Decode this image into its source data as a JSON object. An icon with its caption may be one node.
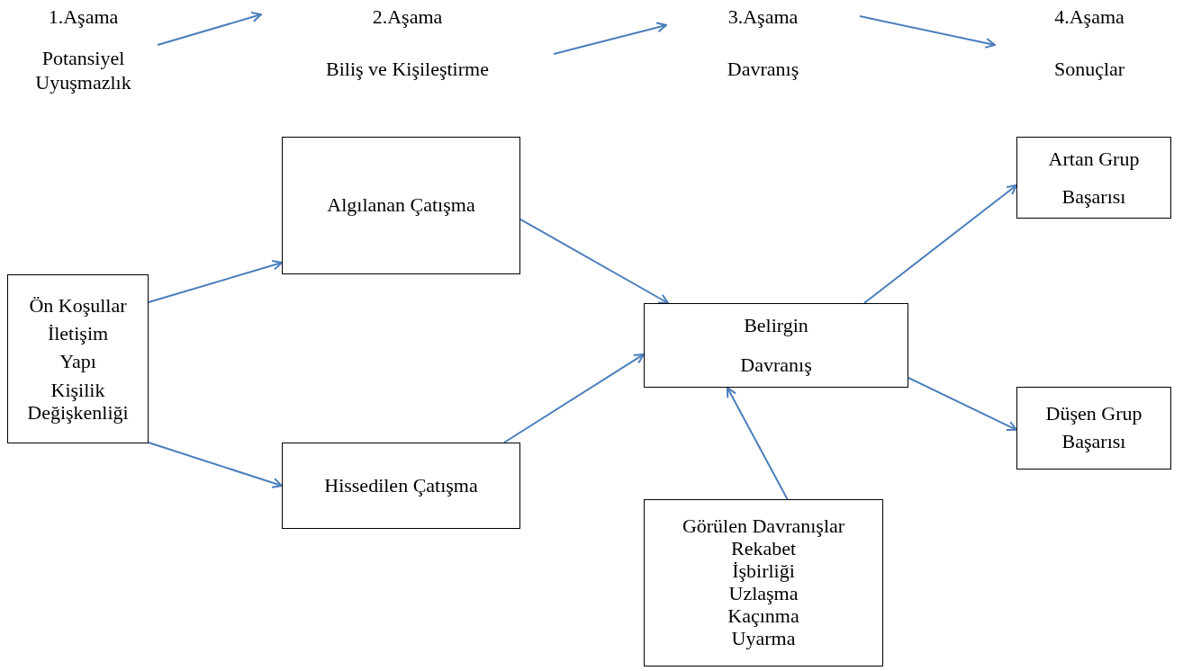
{
  "diagram": {
    "nodes": [
      {
        "text": [
          "1.Aşama",
          "Potansiyel Uyuşmazlık"
        ]
      },
      {
        "text": [
          "2.Aşama",
          "Biliş ve Kişileştirme"
        ]
      },
      {
        "text": [
          "3.Aşama",
          "Davranış"
        ]
      },
      {
        "text": [
          "4.Aşama",
          "Sonuçlar"
        ]
      },
      {
        "text": [
          "Ön Koşullar",
          "İletişim",
          "Yapı",
          "Kişilik Değişkenliği"
        ]
      },
      {
        "text": [
          "Algılanan Çatışma"
        ]
      },
      {
        "text": [
          "Hissedilen Çatışma"
        ]
      },
      {
        "text": [
          "Belirgin Davranış"
        ]
      },
      {
        "text": [
          "Görülen Davranışlar",
          "Rekabet",
          "İşbirliği",
          "Uzlaşma",
          "Kaçınma",
          "Uyarma"
        ]
      },
      {
        "text": [
          "Artan Grup Başarısı"
        ]
      },
      {
        "text": [
          "Düşen Grup Başarısı"
        ]
      }
    ],
    "edges": [
      {
        "from": 0,
        "to": 1,
        "arrow": "to"
      },
      {
        "from": 1,
        "to": 2,
        "arrow": "to"
      },
      {
        "from": 2,
        "to": 3,
        "arrow": "to"
      },
      {
        "from": 4,
        "to": 5,
        "arrow": "to"
      },
      {
        "from": 4,
        "to": 6,
        "arrow": "to"
      },
      {
        "from": 5,
        "to": 7,
        "arrow": "to"
      },
      {
        "from": 6,
        "to": 7,
        "arrow": "to"
      },
      {
        "from": 8,
        "to": 7,
        "arrow": "to"
      },
      {
        "from": 7,
        "to": 9,
        "arrow": "to"
      },
      {
        "from": 7,
        "to": 10,
        "arrow": "to"
      }
    ]
  }
}
